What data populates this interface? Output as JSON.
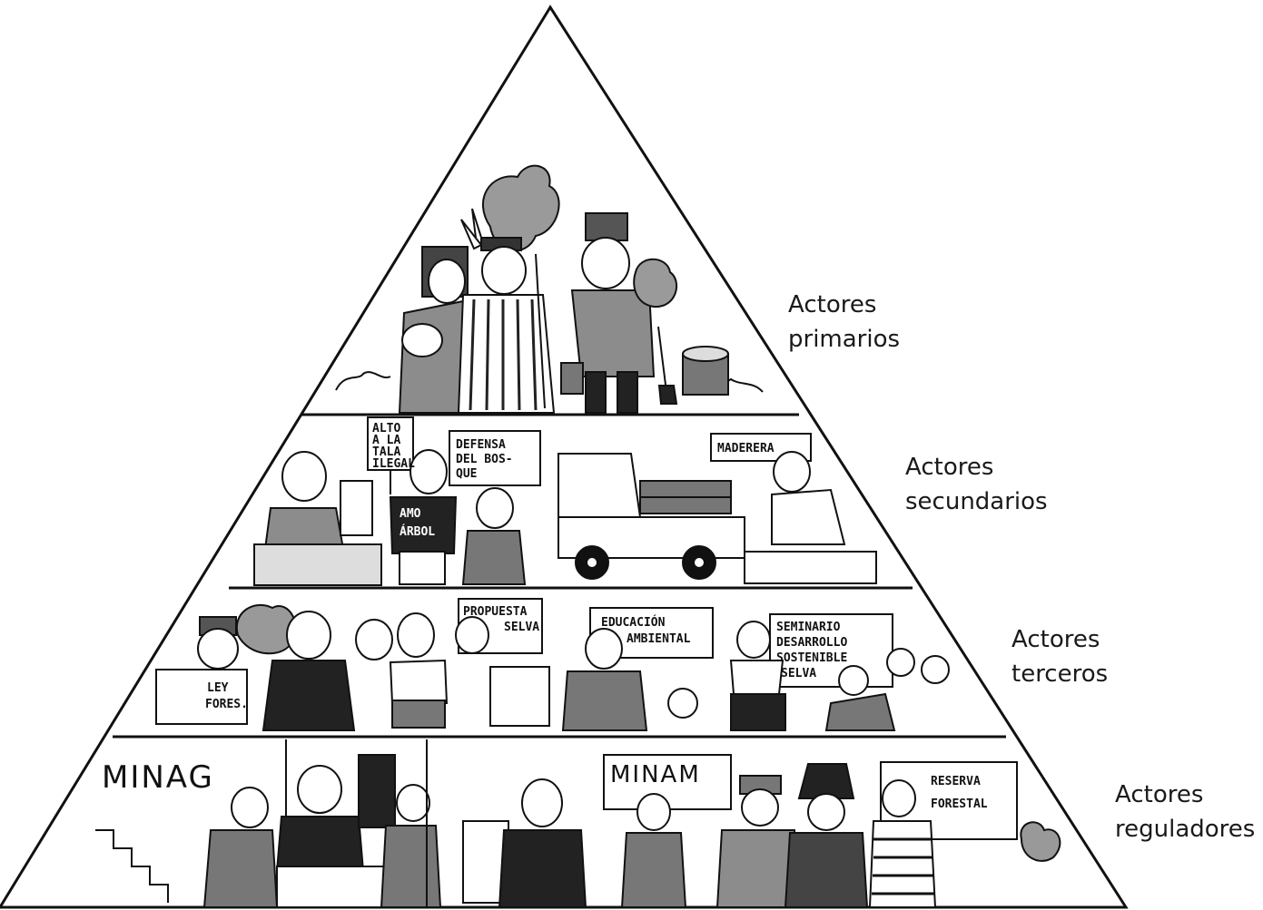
{
  "levels": [
    {
      "id": "primarios",
      "line1": "Actores",
      "line2": "primarios"
    },
    {
      "id": "secundarios",
      "line1": "Actores",
      "line2": "secundarios"
    },
    {
      "id": "terceros",
      "line1": "Actores",
      "line2": "terceros"
    },
    {
      "id": "reguladores",
      "line1": "Actores",
      "line2": "reguladores"
    }
  ],
  "signs": {
    "alto_tala": "ALTO A LA TALA ILEGAL",
    "alto_tala_lines": [
      "ALTO",
      "A LA",
      "TALA",
      "ILEGAL"
    ],
    "defensa_bosque_lines": [
      "DEFENSA",
      "DEL BOS-",
      "QUE"
    ],
    "shirt_lines": [
      "AMO",
      "ÁRBOL"
    ],
    "maderera": "MADERERA",
    "ley_forestal_lines": [
      "LEY",
      "FORES."
    ],
    "propuesta_selva_lines": [
      "PROPUESTA",
      "SELVA"
    ],
    "educacion_ambiental_lines": [
      "EDUCACIÓN",
      "AMBIENTAL"
    ],
    "seminario_lines": [
      "SEMINARIO",
      "DESARROLLO",
      "SOSTENIBLE",
      "SELVA"
    ],
    "minag": "MINAG",
    "minam": "MINAM",
    "reserva_forestal_lines": [
      "RESERVA",
      "FORESTAL"
    ]
  }
}
